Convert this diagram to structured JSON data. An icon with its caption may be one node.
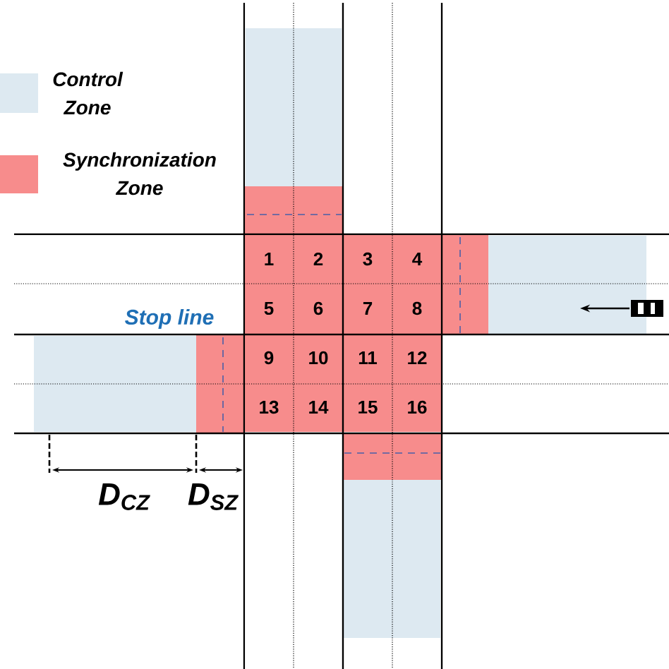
{
  "diagram": {
    "nodes": [
      {
        "text": [
          "1"
        ]
      },
      {
        "text": [
          "2"
        ]
      },
      {
        "text": [
          "3"
        ]
      },
      {
        "text": [
          "4"
        ]
      },
      {
        "text": [
          "5"
        ]
      },
      {
        "text": [
          "6"
        ]
      },
      {
        "text": [
          "7"
        ]
      },
      {
        "text": [
          "8"
        ]
      },
      {
        "text": [
          "9"
        ]
      },
      {
        "text": [
          "10"
        ]
      },
      {
        "text": [
          "11"
        ]
      },
      {
        "text": [
          "12"
        ]
      },
      {
        "text": [
          "13"
        ]
      },
      {
        "text": [
          "14"
        ]
      },
      {
        "text": [
          "15"
        ]
      },
      {
        "text": [
          "16"
        ]
      },
      {
        "text": [],
        "shape": "box"
      },
      {
        "text": [],
        "shape": "box"
      },
      {
        "text": [],
        "shape": "box"
      },
      {
        "text": [],
        "shape": "box"
      },
      {
        "text": [],
        "shape": "box"
      },
      {
        "text": [],
        "shape": "box"
      },
      {
        "text": [],
        "shape": "box"
      },
      {
        "text": [],
        "shape": "box"
      }
    ],
    "labels": [
      "Stop line",
      "D$_{CZ}$",
      "D$_{SZ}$"
    ],
    "legend": [
      {
        "text": "Control Zone",
        "color": "#dde9f1"
      },
      {
        "text": "Synchronization Zone",
        "color": "#f78c8c"
      }
    ]
  }
}
